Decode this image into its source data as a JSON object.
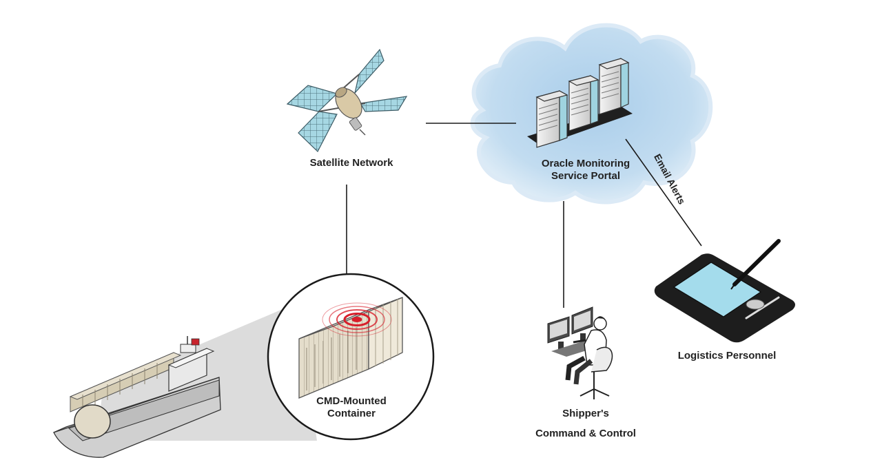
{
  "diagram": {
    "nodes": {
      "satellite": {
        "label": "Satellite Network",
        "icon": "satellite-icon"
      },
      "portal": {
        "label_line1": "Oracle Monitoring",
        "label_line2": "Service Portal",
        "icon": "server-rack-icon"
      },
      "container": {
        "label_line1": "CMD-Mounted",
        "label_line2": "Container",
        "icon": "shipping-container-icon"
      },
      "ship": {
        "icon": "cargo-ship-icon"
      },
      "shipper": {
        "label_line1": "Shipper's",
        "label_line2": "Command & Control",
        "icon": "operator-workstation-icon"
      },
      "logistics": {
        "label": "Logistics Personnel",
        "icon": "tablet-stylus-icon"
      }
    },
    "edges": {
      "email_alerts": {
        "label": "Email Alerts"
      }
    },
    "colors": {
      "cloud": "#bcd8ee",
      "cloud_edge": "#d8e9f6",
      "panel": "#9fd3e0",
      "signal": "#d81e2a",
      "line": "#1a1a1a",
      "container": "#e2dccb",
      "ship_hull": "#d3d3d3",
      "ship_flag": "#c8232c"
    }
  }
}
